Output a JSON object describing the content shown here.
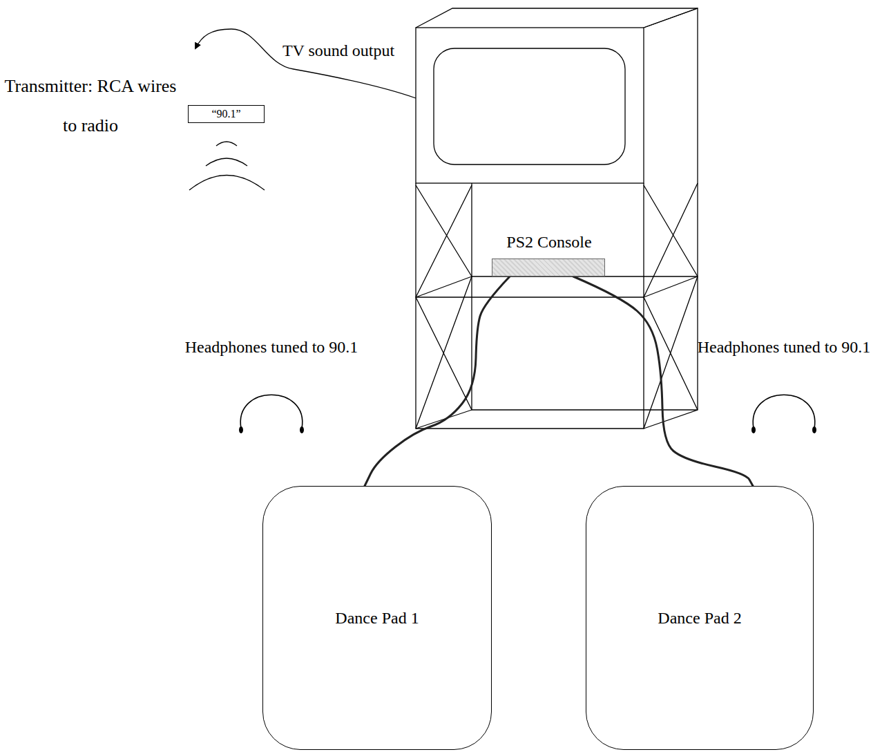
{
  "diagram": {
    "nodes": [
      {
        "text": [
          "Transmitter: RCA wires to radio",
          "“90.1”"
        ]
      },
      {
        "text": [
          "PS2 Console"
        ]
      },
      {
        "text": [
          "Dance Pad 1"
        ]
      },
      {
        "text": [
          "Dance Pad 2"
        ]
      }
    ],
    "edges": [
      {
        "from": 1,
        "to": 2,
        "arrow": "none"
      },
      {
        "from": 1,
        "to": 3,
        "arrow": "none"
      }
    ],
    "labels": [
      "TV sound output",
      "Headphones tuned to 90.1",
      "Headphones tuned to 90.1"
    ]
  }
}
